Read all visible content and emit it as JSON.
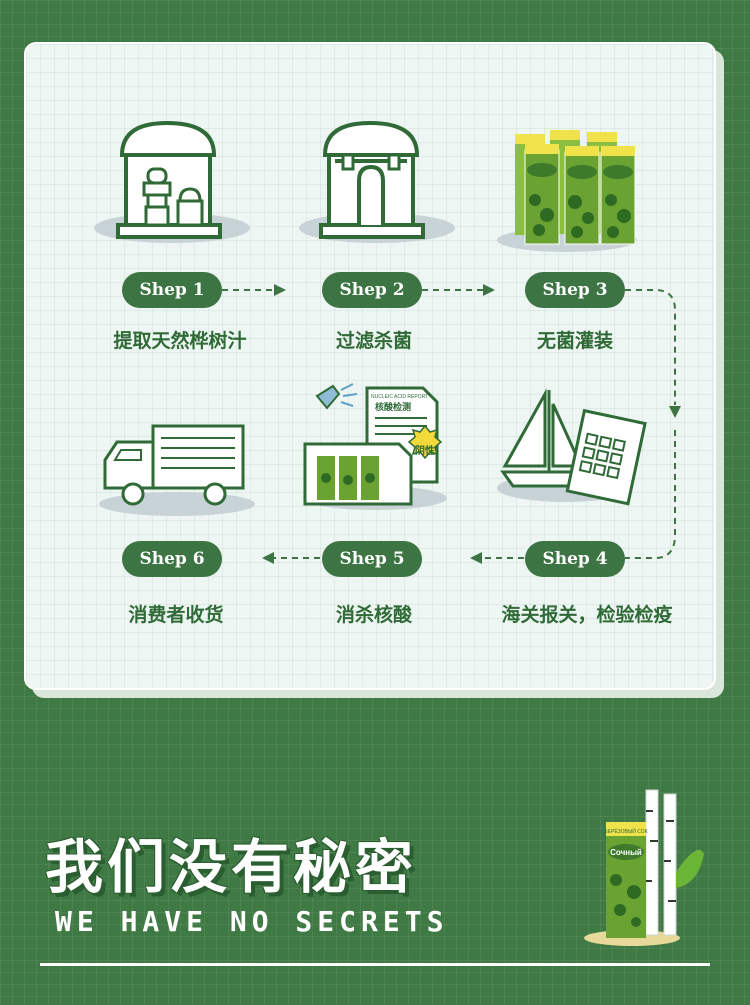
{
  "steps": [
    {
      "label": "Shep 1",
      "caption": "提取天然桦树汁"
    },
    {
      "label": "Shep 2",
      "caption": "过滤杀菌"
    },
    {
      "label": "Shep 3",
      "caption": "无菌灌装"
    },
    {
      "label": "Shep 4",
      "caption": "海关报关，检验检疫"
    },
    {
      "label": "Shep 5",
      "caption": "消杀核酸"
    },
    {
      "label": "Shep 6",
      "caption": "消费者收货"
    }
  ],
  "product": {
    "brand": "Сочный",
    "subtitle": "БЕРЁЗОВЫЙ СОК"
  },
  "report": {
    "header": "NUCLEIC ACID REPORT",
    "title": "核酸检测",
    "badge": "阴性"
  },
  "title": {
    "chinese": "我们没有秘密",
    "english": "WE HAVE NO SECRETS"
  },
  "colors": {
    "background": "#3f7a44",
    "panel": "#eef6f3",
    "accent": "#3d7444",
    "text": "#2f6a37"
  }
}
